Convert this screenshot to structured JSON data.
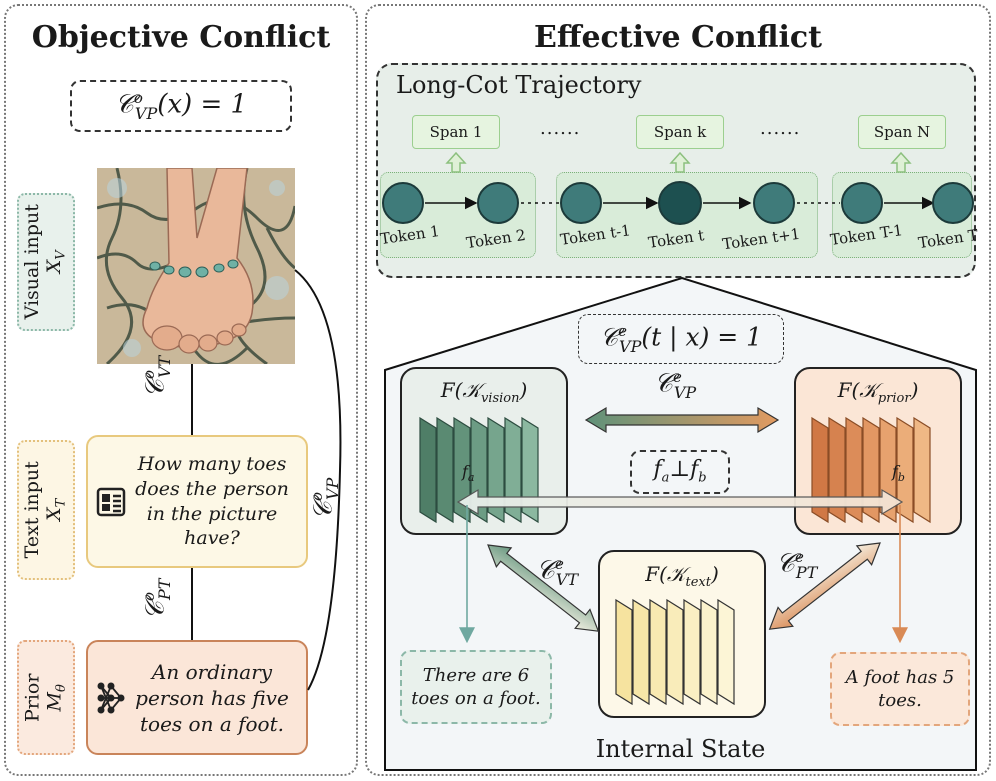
{
  "left": {
    "title": "Objective Conflict",
    "formula": "𝒞ᵒᵥₚ(x) = 1",
    "visual_tag": {
      "line1": "Visual input",
      "line2": "Xᵥ"
    },
    "text_tag": {
      "line1": "Text input",
      "line2": "Xₜ"
    },
    "prior_tag": {
      "line1": "Prior",
      "line2": "Mθ"
    },
    "question": "How many toes does the person in the picture have?",
    "prior_text": "An ordinary person has five toes on a foot.",
    "edge_vt": "𝒞ᵒᵥₜ",
    "edge_pt": "𝒞ᵒₚₜ",
    "edge_vp": "𝒞ᵒᵥₚ"
  },
  "right": {
    "title": "Effective Conflict",
    "cot_title": "Long-Cot Trajectory",
    "spans": [
      "Span 1",
      "Span k",
      "Span N"
    ],
    "ellipsis": "......",
    "tokens": [
      "Token 1",
      "Token 2",
      "Token t-1",
      "Token t",
      "Token t+1",
      "Token T-1",
      "Token T"
    ],
    "formula": "𝒞ᵉᵥₚ(t | x) = 1",
    "vision_title": "F(𝒦vision)",
    "prior_title": "F(𝒦prior)",
    "text_title": "F(𝒦text)",
    "fa": "fa",
    "fb": "fb",
    "orth": "fa⊥fb",
    "edge_vp": "𝒞ᵉᵥₚ",
    "edge_vt": "𝒞ᵉᵥₜ",
    "edge_pt": "𝒞ᵉₚₜ",
    "note_vision": "There are 6 toes on a foot.",
    "note_prior": "A foot has 5 toes.",
    "internal_state": "Internal State"
  },
  "colors": {
    "vision_green": "#5f927a",
    "prior_orange": "#d98a55",
    "text_yellow": "#f3e6b0",
    "cot_bg": "#e7eee9",
    "token_fill": "#3f7b7a"
  }
}
